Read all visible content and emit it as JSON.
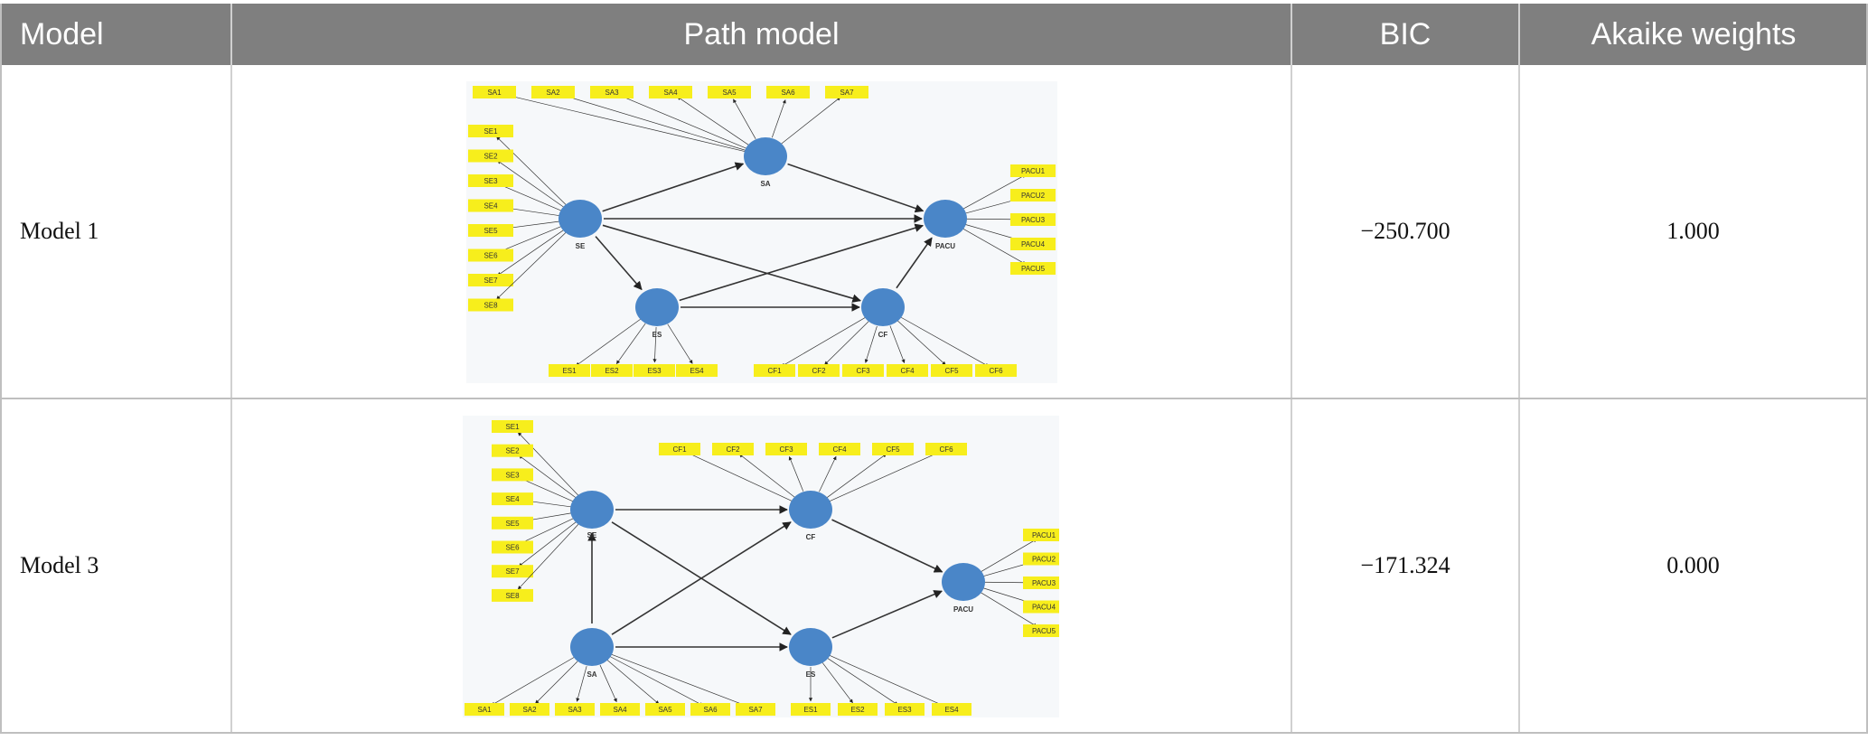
{
  "table": {
    "headers": {
      "model": "Model",
      "path_model": "Path model",
      "bic": "BIC",
      "akaike": "Akaike weights"
    },
    "rows": [
      {
        "model": "Model 1",
        "bic": "−250.700",
        "akaike": "1.000",
        "diagram": {
          "latent_labels": [
            "SE",
            "SA",
            "PACU",
            "ES",
            "CF"
          ],
          "indicators": {
            "SA": [
              "SA1",
              "SA2",
              "SA3",
              "SA4",
              "SA5",
              "SA6",
              "SA7"
            ],
            "SE": [
              "SE1",
              "SE2",
              "SE3",
              "SE4",
              "SE5",
              "SE6",
              "SE7",
              "SE8"
            ],
            "PACU": [
              "PACU1",
              "PACU2",
              "PACU3",
              "PACU4",
              "PACU5"
            ],
            "ES": [
              "ES1",
              "ES2",
              "ES3",
              "ES4"
            ],
            "CF": [
              "CF1",
              "CF2",
              "CF3",
              "CF4",
              "CF5",
              "CF6"
            ]
          }
        }
      },
      {
        "model": "Model 3",
        "bic": "−171.324",
        "akaike": "0.000",
        "diagram": {
          "latent_labels": [
            "SE",
            "CF",
            "PACU",
            "SA",
            "ES"
          ],
          "indicators": {
            "SE": [
              "SE1",
              "SE2",
              "SE3",
              "SE4",
              "SE5",
              "SE6",
              "SE7",
              "SE8"
            ],
            "CF": [
              "CF1",
              "CF2",
              "CF3",
              "CF4",
              "CF5",
              "CF6"
            ],
            "PACU": [
              "PACU1",
              "PACU2",
              "PACU3",
              "PACU4",
              "PACU5"
            ],
            "SA": [
              "SA1",
              "SA2",
              "SA3",
              "SA4",
              "SA5",
              "SA6",
              "SA7"
            ],
            "ES": [
              "ES1",
              "ES2",
              "ES3",
              "ES4"
            ]
          }
        }
      }
    ]
  },
  "colors": {
    "header_bg": "#7f7f7f",
    "latent_fill": "#4a86c8",
    "indicator_fill": "#f7ee1c",
    "diagram_bg": "#f6f8fa"
  }
}
